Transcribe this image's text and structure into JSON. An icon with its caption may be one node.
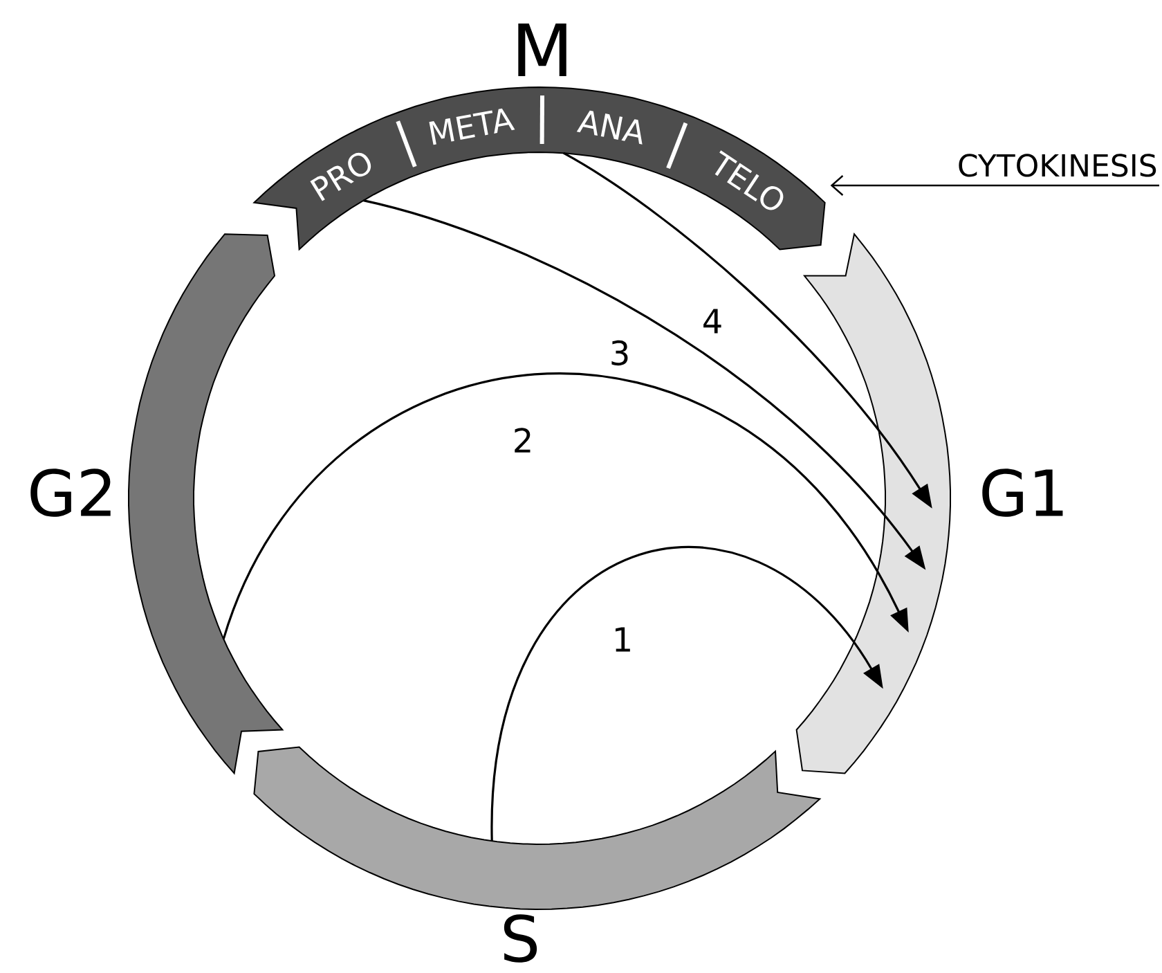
{
  "diagram": {
    "nodes": [
      {
        "text": [
          "M"
        ]
      },
      {
        "text": [
          "PRO"
        ],
        "in": 0
      },
      {
        "text": [
          "META"
        ],
        "in": 0
      },
      {
        "text": [
          "ANA"
        ],
        "in": 0
      },
      {
        "text": [
          "TELO"
        ],
        "in": 0
      },
      {
        "text": [
          "G1"
        ]
      },
      {
        "text": [
          "S"
        ]
      },
      {
        "text": [
          "G2"
        ]
      },
      {
        "text": [
          "CYTOKINESIS"
        ]
      }
    ],
    "edges": [
      {
        "from": 6,
        "to": 5,
        "arrow": "to",
        "label": "1"
      },
      {
        "from": 7,
        "to": 5,
        "arrow": "to",
        "label": "2"
      },
      {
        "from": 1,
        "to": 5,
        "arrow": "to",
        "label": "3"
      },
      {
        "from": 3,
        "to": 5,
        "arrow": "to",
        "label": "4"
      },
      {
        "from": 8,
        "to": 0,
        "arrow": "to"
      }
    ]
  }
}
